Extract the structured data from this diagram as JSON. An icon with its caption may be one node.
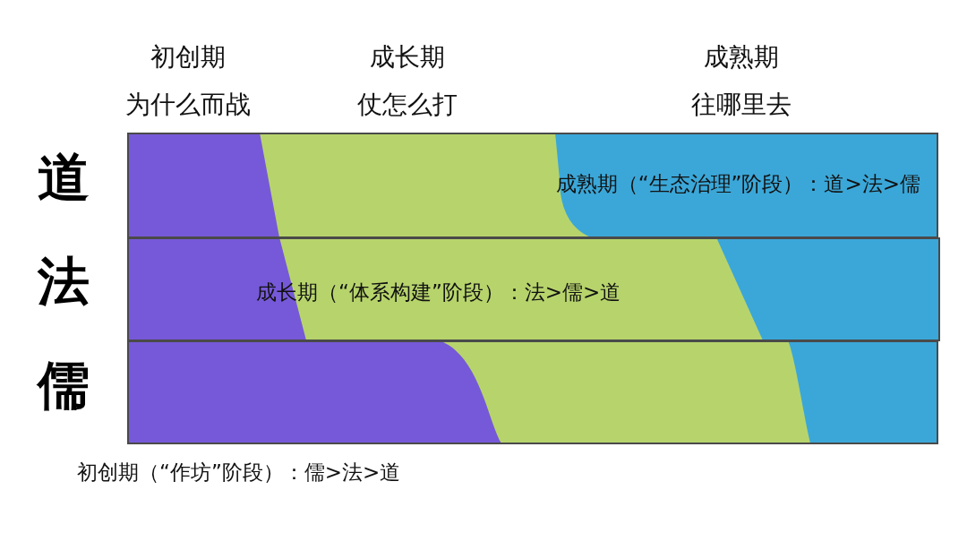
{
  "diagram": {
    "nodes": [
      {
        "text": [
          "成熟期（“生态治理”阶段）：道>法>儒"
        ],
        "beside": [
          "道"
        ]
      },
      {
        "text": [
          "成长期（“体系构建”阶段）：法>儒>道"
        ],
        "beside": [
          "法"
        ]
      },
      {
        "text": [],
        "shape": "box",
        "beside": [
          "儒",
          "初创期（“作坊”阶段）：儒>法>道"
        ]
      }
    ],
    "labels": [
      "初创期",
      "成长期",
      "成熟期",
      "为什么而战",
      "仗怎么打",
      "往哪里去"
    ]
  }
}
